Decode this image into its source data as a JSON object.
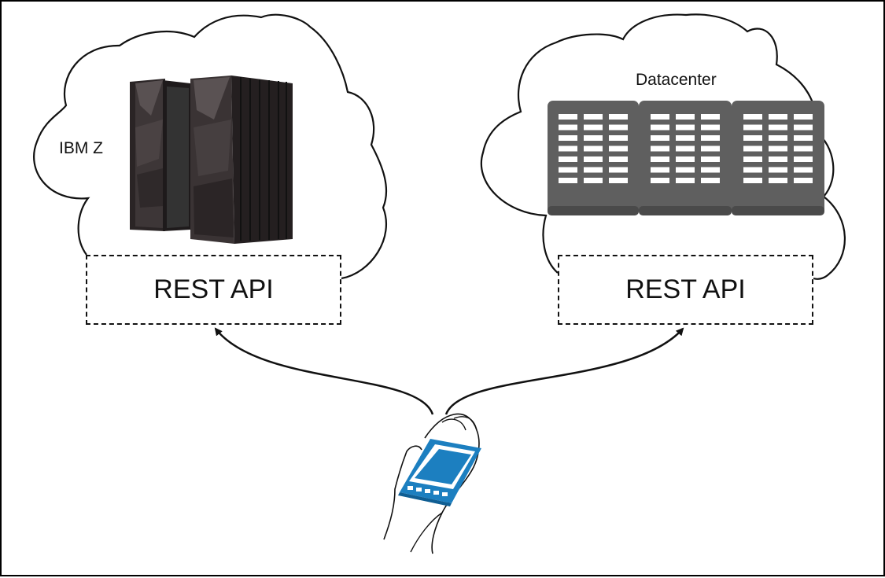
{
  "nodes": {
    "left_cloud": {
      "label": "IBM Z",
      "api_label": "REST API"
    },
    "right_cloud": {
      "label": "Datacenter",
      "api_label": "REST API"
    },
    "client": {
      "icon": "hand-holding-phone-icon"
    }
  },
  "icons": {
    "mainframe": "ibm-z-mainframe-icon",
    "server_racks": "server-rack-icon"
  },
  "colors": {
    "mainframe_body": "#3d3637",
    "mainframe_dark": "#1e1a1b",
    "rack_body": "#5f5f5f",
    "rack_base": "#4a4a4a",
    "rack_slots": "#ffffff",
    "phone_blue": "#1c7fc0",
    "line": "#111111"
  }
}
